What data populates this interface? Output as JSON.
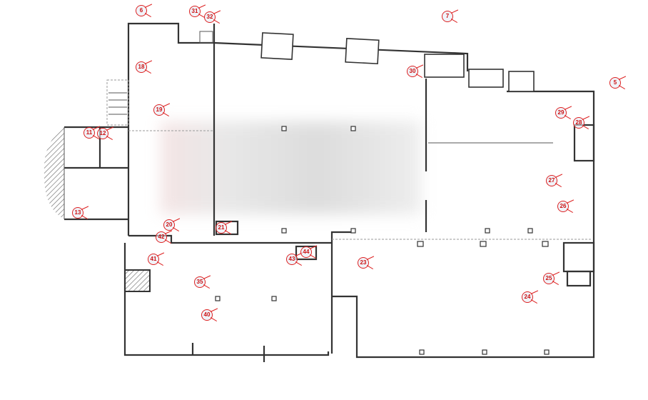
{
  "title": "Floor plan with camera position markers",
  "colors": {
    "marker": "#dd2222",
    "wall": "#333333",
    "hatch": "#777777"
  },
  "markers": [
    "5",
    "6",
    "7",
    "11",
    "12",
    "13",
    "18",
    "19",
    "20",
    "21",
    "23",
    "24",
    "25",
    "26",
    "27",
    "28",
    "29",
    "30",
    "31",
    "32",
    "35",
    "40",
    "41",
    "42",
    "43",
    "44"
  ]
}
